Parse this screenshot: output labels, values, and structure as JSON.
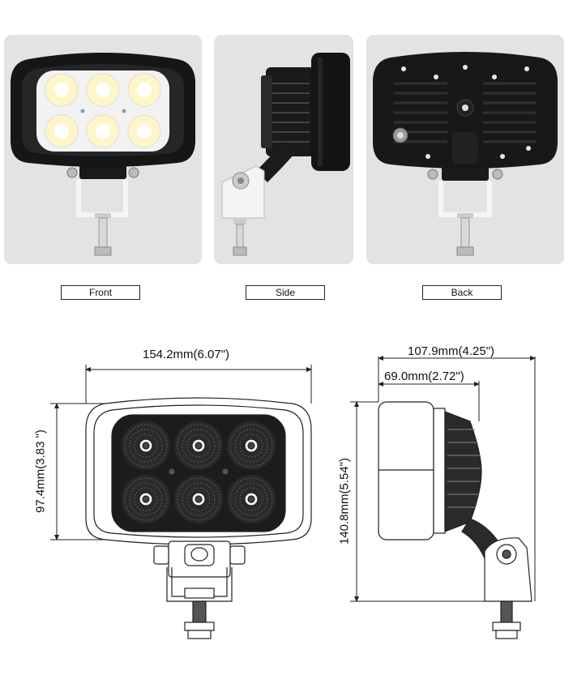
{
  "views": {
    "front_label": "Front",
    "side_label": "Side",
    "back_label": "Back"
  },
  "dimensions": {
    "width": "154.2mm(6.07\")",
    "height": "97.4mm(3.83 \")",
    "depth": "107.9mm(4.25\")",
    "housing_depth": "69.0mm(2.72\")",
    "total_height": "140.8mm(5.54\")"
  },
  "colors": {
    "panel_bg": "#e3e3e3",
    "housing": "#1c1c1c",
    "led_glow": "#fff6c8",
    "bracket": "#f4f4f4",
    "line": "#222222"
  }
}
